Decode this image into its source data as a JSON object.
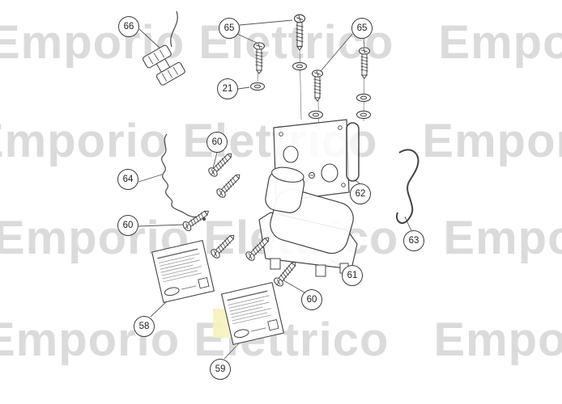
{
  "watermark": {
    "text": "Emporio Elettrico",
    "color": "#dbdbdb",
    "row_count": 4
  },
  "callouts": [
    {
      "id": "66"
    },
    {
      "id": "65"
    },
    {
      "id": "65"
    },
    {
      "id": "21"
    },
    {
      "id": "60"
    },
    {
      "id": "64"
    },
    {
      "id": "60"
    },
    {
      "id": "62"
    },
    {
      "id": "63"
    },
    {
      "id": "61"
    },
    {
      "id": "60"
    },
    {
      "id": "58"
    },
    {
      "id": "59"
    }
  ],
  "parts": [
    {
      "callout": "66",
      "name": "cable-connector"
    },
    {
      "callout": "65",
      "name": "fixing-screw"
    },
    {
      "callout": "21",
      "name": "washer"
    },
    {
      "callout": "60",
      "name": "mounting-screw"
    },
    {
      "callout": "64",
      "name": "wire-lead"
    },
    {
      "callout": "62",
      "name": "retaining-bracket"
    },
    {
      "callout": "63",
      "name": "spring-clip"
    },
    {
      "callout": "61",
      "name": "motor-pump-body"
    },
    {
      "callout": "58",
      "name": "rating-label"
    },
    {
      "callout": "59",
      "name": "rating-label"
    }
  ],
  "colors": {
    "line": "#444444",
    "watermark": "#dbdbdb",
    "background": "#ffffff"
  }
}
